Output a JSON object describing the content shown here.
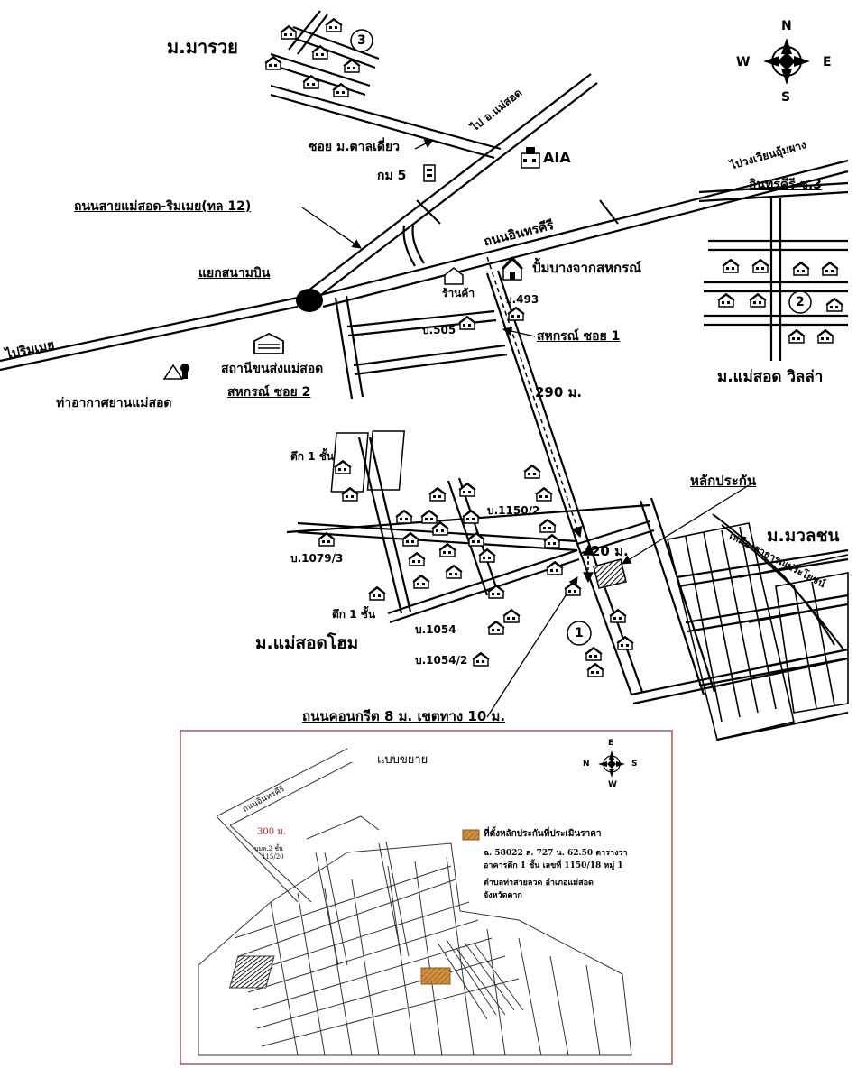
{
  "compass_main": {
    "n": "N",
    "s": "S",
    "e": "E",
    "w": "W"
  },
  "labels": {
    "m_marawai": "ม.มารวย",
    "to_maesot": "ไป อ.แม่สอด",
    "aia": "AIA",
    "soi_talad": "ซอย ม.ตาลเดี่ยว",
    "km5": "กม 5",
    "road_maesot_rimmoei": "ถนนสายแม่สอด-ริมเมย(ทล 12)",
    "to_wangtakhian": "ไปวงเวียนอุ้มผาง",
    "inthonkhiri_soi3": "อินทรคีรี ซ.3",
    "road_inthonkhiri": "ถนนอินทรคีรี",
    "airport_junction": "แยกสนามบิน",
    "shop": "ร้านค้า",
    "gas_station": "ปั้มบางจากสหกรณ์",
    "house_493": "บ.493",
    "house_505": "บ.505",
    "to_rimmoei": "ไปริมเมย",
    "transport_station": "สถานีขนส่งแม่สอด",
    "sahakorn_soi1": "สหกรณ์ ซอย 1",
    "sahakorn_soi2": "สหกรณ์ ซอย 2",
    "airport": "ท่าอากาศยานแม่สอด",
    "distance_290": "290 ม.",
    "m_maesot_villa": "ม.แม่สอด วิลล่า",
    "building_1floor_a": "ตึก 1 ชั้น",
    "collateral": "หลักประกัน",
    "house_1150_2": "บ.1150/2",
    "m_mawonchon": "ม.มวลชน",
    "canal": "เหมืองสาธารณประโยชน์",
    "house_1079_3": "บ.1079/3",
    "distance_20": "20 ม.",
    "building_1floor_b": "ตึก 1 ชั้น",
    "m_maesot_home": "ม.แม่สอดโฮม",
    "house_1054": "บ.1054",
    "house_1054_2": "บ.1054/2",
    "concrete_road": "ถนนคอนกรีต 8 ม. เขตทาง 10 ม."
  },
  "markers": {
    "m1": "1",
    "m2": "2",
    "m3": "3"
  },
  "inset": {
    "title": "แบบขยาย",
    "compass": {
      "n": "N",
      "s": "S",
      "e": "E",
      "w": "W"
    },
    "road_label": "ถนนอินทรคีรี",
    "dist_300": "300 ม.",
    "house_note_a": "บมล.2 ชั้น",
    "house_note_b": "115/20",
    "legend_label": "ที่ตั้งหลักประกันที่ประเมินราคา",
    "deed_line": "ฉ. 58022   ล. 727   น. 62.50  ตารางวา",
    "building_line": "อาคารตึก 1 ชั้น  เลขที่ 1150/18 หมู่ 1",
    "location_line1": "ตำบลท่าสายลวด  อำเภอแม่สอด",
    "location_line2": "จังหวัดตาก",
    "colors": {
      "collateral": "#d4903f",
      "border": "#b05050",
      "red_text": "#cc2020"
    }
  }
}
